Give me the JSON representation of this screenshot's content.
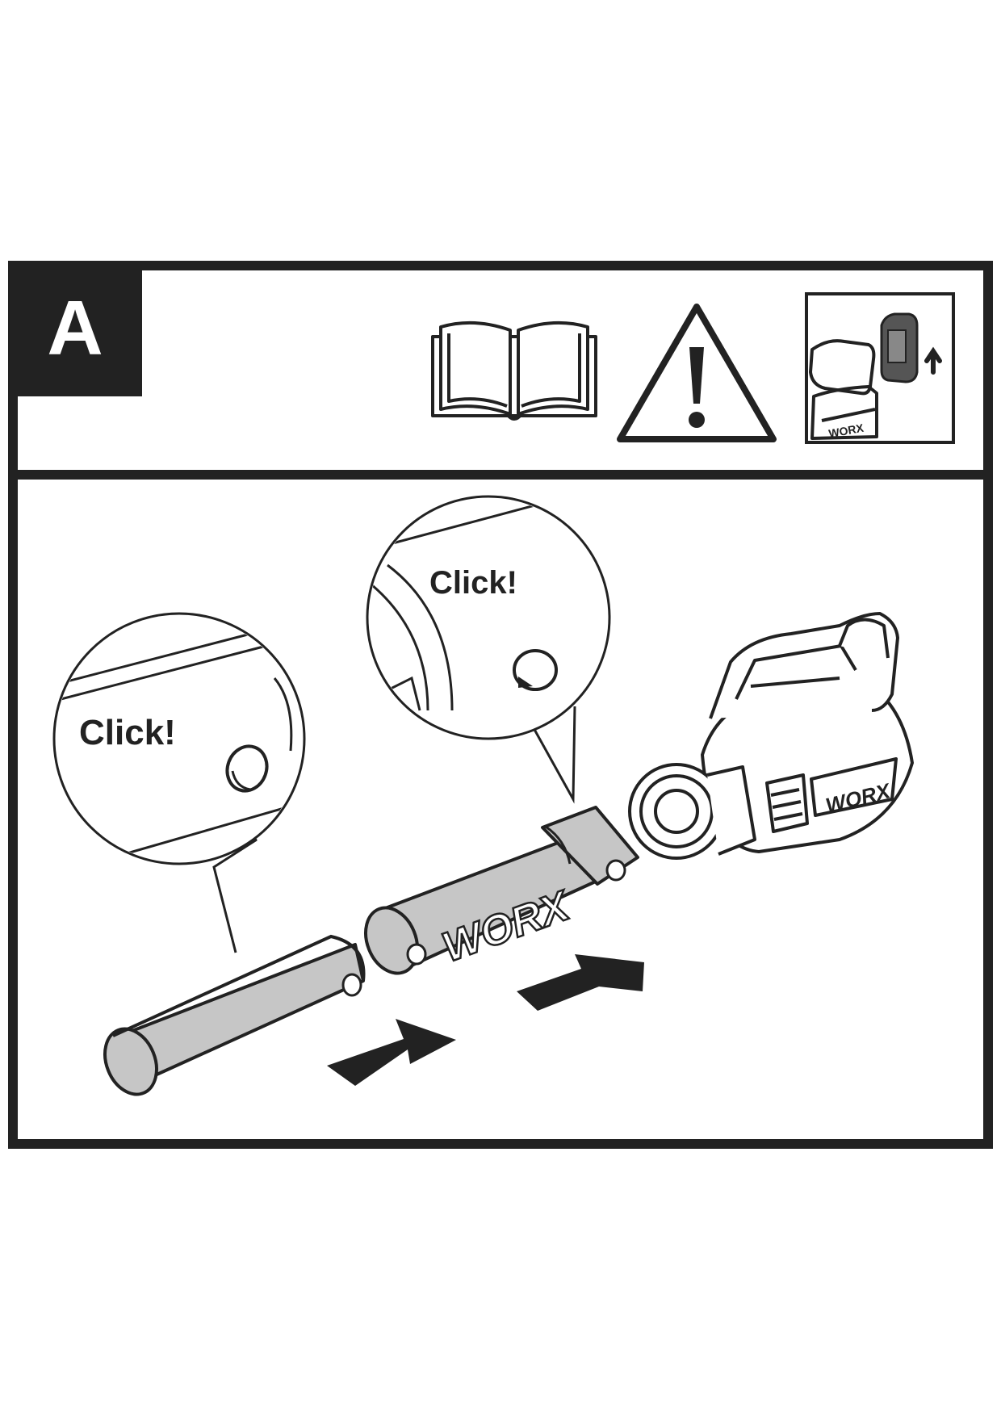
{
  "step": {
    "letter": "A"
  },
  "callouts": {
    "left": "Click!",
    "right": "Click!"
  },
  "brand": {
    "tube": "WORX",
    "blower": "WORX",
    "battery": "WORX"
  },
  "icons": {
    "manual": "read-manual-icon",
    "warning": "warning-triangle-icon",
    "battery": "remove-battery-icon"
  },
  "colors": {
    "line": "#222222",
    "tube": "#c6c6c6",
    "background": "#ffffff"
  }
}
